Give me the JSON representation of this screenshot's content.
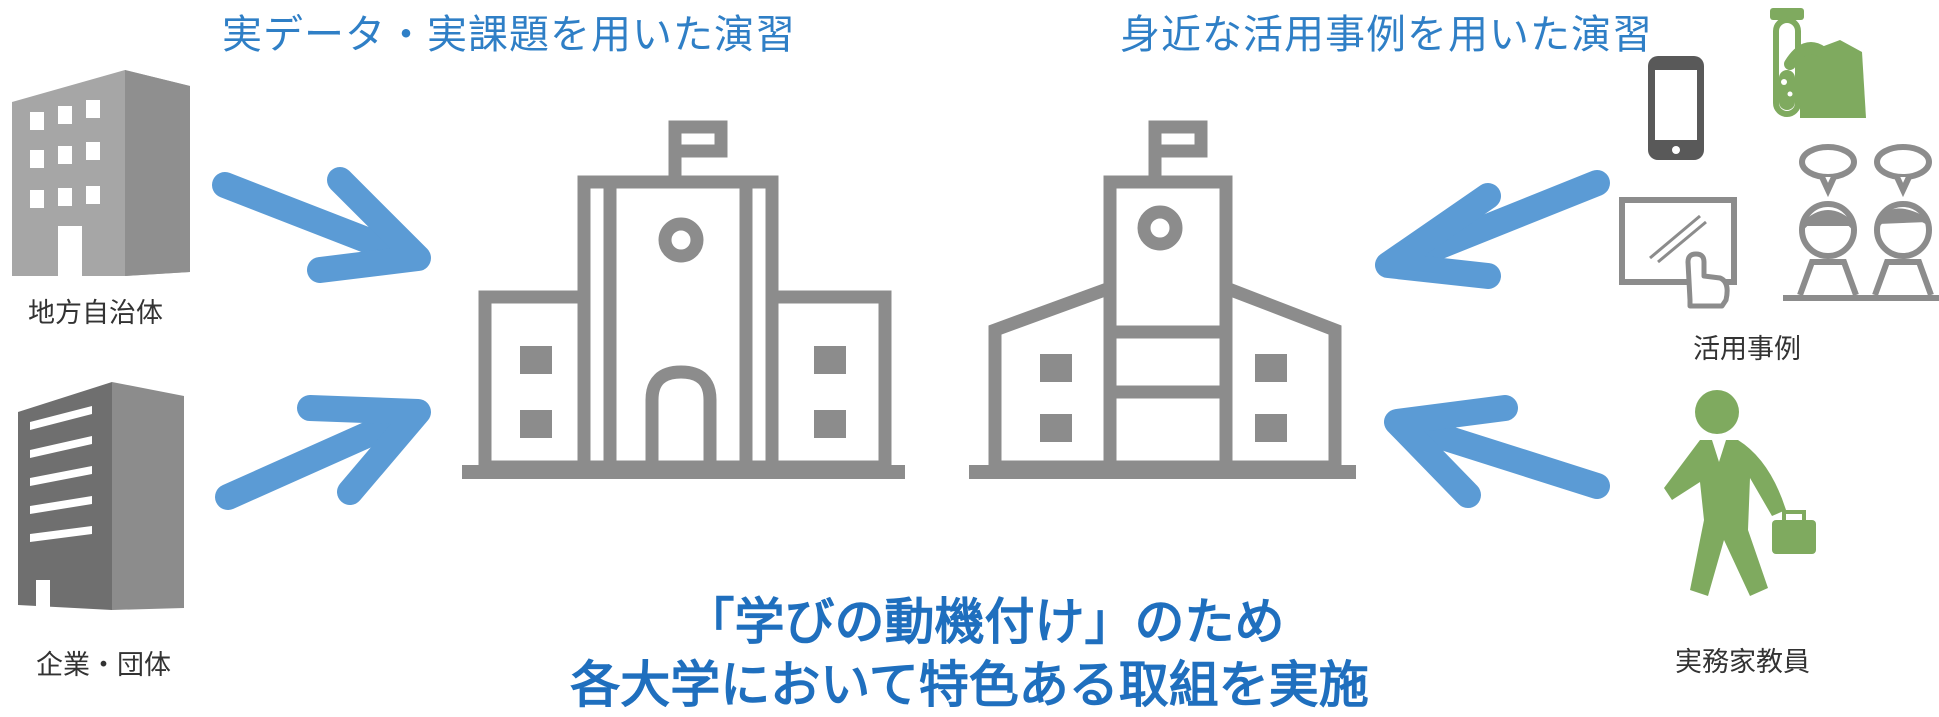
{
  "headings": {
    "left": "実データ・実課題を用いた演習",
    "right": "身近な活用事例を用いた演習"
  },
  "labels": {
    "local_government": "地方自治体",
    "companies": "企業・団体",
    "use_cases": "活用事例",
    "practitioners": "実務家教員"
  },
  "caption": {
    "line1": "「学びの動機付け」のため",
    "line2": "各大学において特色ある取組を実施"
  },
  "colors": {
    "arrow": "#5b9bd5",
    "building_icon": "#8c8c8c",
    "office_light": "#a6a6a6",
    "office_dark": "#7f7f7f",
    "green_icon": "#7faa5f",
    "heading_text": "#2f7fc6",
    "caption_text": "#1f6fbe"
  },
  "icons": {
    "office_building": "office-building-icon",
    "tower_building": "tower-building-icon",
    "university_left": "university-building-icon",
    "university_right": "school-building-icon",
    "smartphone": "smartphone-icon",
    "test_tube": "test-tube-icon",
    "touch_screen": "touch-screen-icon",
    "people_speech": "people-speech-icon",
    "businessman": "businessman-icon"
  }
}
